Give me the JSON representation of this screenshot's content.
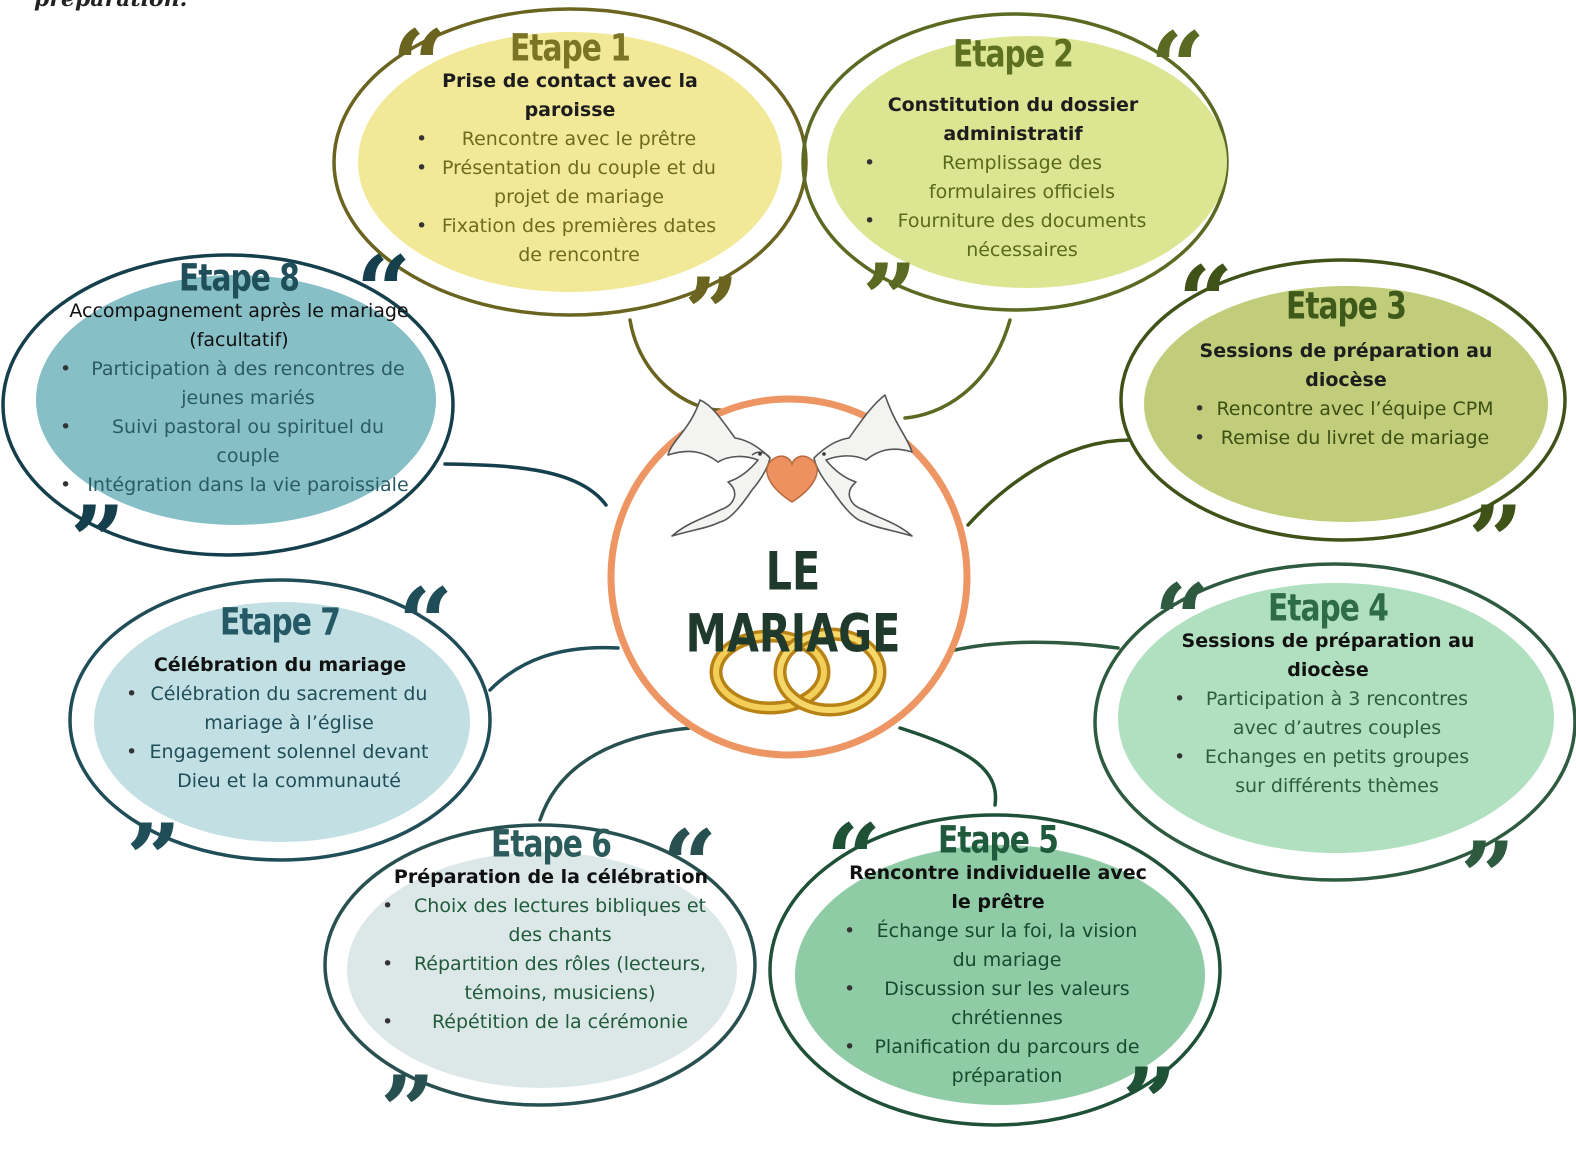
{
  "caption": "préparation.",
  "center": {
    "title": "LE MARIAGE"
  },
  "colors": {
    "center_ring": "#ee9663",
    "heart": "#ee9160",
    "step1_fill": "#f2e998",
    "step1_ring": "#6b6420",
    "step1_title": "#7a7424",
    "step2_fill": "#dbe592",
    "step2_ring": "#5b6a22",
    "step2_title": "#5c7020",
    "step3_fill": "#c1cd7a",
    "step3_ring": "#3f5218",
    "step3_title": "#3e5a1a",
    "step4_fill": "#b1e0c0",
    "step4_ring": "#2e5b40",
    "step4_title": "#2e6b47",
    "step5_fill": "#8fcca6",
    "step5_ring": "#1f5137",
    "step5_title": "#1f5a3d",
    "step6_fill": "#dce8e8",
    "step6_ring": "#285050",
    "step6_title": "#2b5b5b",
    "step7_fill": "#c2dfe3",
    "step7_ring": "#1f4d58",
    "step7_title": "#245a66",
    "step8_fill": "#87bfc6",
    "step8_ring": "#153f4c",
    "step8_title": "#1e4f5b"
  },
  "steps": [
    {
      "title": "Etape 1",
      "heading": "Prise de contact avec la paroisse",
      "items": [
        "Rencontre avec le prêtre",
        "Présentation du couple et du projet de mariage",
        "Fixation des premières dates de rencontre"
      ]
    },
    {
      "title": "Etape 2",
      "heading": "Constitution du dossier administratif",
      "items": [
        "Remplissage des formulaires officiels",
        "Fourniture des documents nécessaires"
      ]
    },
    {
      "title": "Etape 3",
      "heading": "Sessions de préparation au diocèse",
      "items": [
        "Rencontre avec l’équipe CPM",
        "Remise du livret de mariage"
      ]
    },
    {
      "title": "Etape 4",
      "heading": "Sessions de préparation au diocèse",
      "items": [
        "Participation à 3 rencontres avec d’autres couples",
        "Echanges en petits groupes sur différents thèmes"
      ]
    },
    {
      "title": "Etape 5",
      "heading": "Rencontre individuelle avec le prêtre",
      "items": [
        "Échange sur la foi, la vision du mariage",
        "Discussion sur les valeurs chrétiennes",
        "Planification du parcours de préparation"
      ]
    },
    {
      "title": "Etape 6",
      "heading": "Préparation de la célébration",
      "items": [
        "Choix des lectures bibliques et des chants",
        "Répartition des rôles (lecteurs, témoins, musiciens)",
        "Répétition de la cérémonie"
      ]
    },
    {
      "title": "Etape 7",
      "heading": "Célébration du mariage",
      "items": [
        "Célébration du sacrement du mariage à l’église",
        "Engagement solennel devant Dieu et la communauté"
      ]
    },
    {
      "title": "Etape 8",
      "heading": "Accompagnement après le mariage (facultatif)",
      "items": [
        "Participation à des rencontres de jeunes mariés",
        "Suivi pastoral ou spirituel du couple",
        "Intégration dans la vie paroissiale"
      ]
    }
  ]
}
